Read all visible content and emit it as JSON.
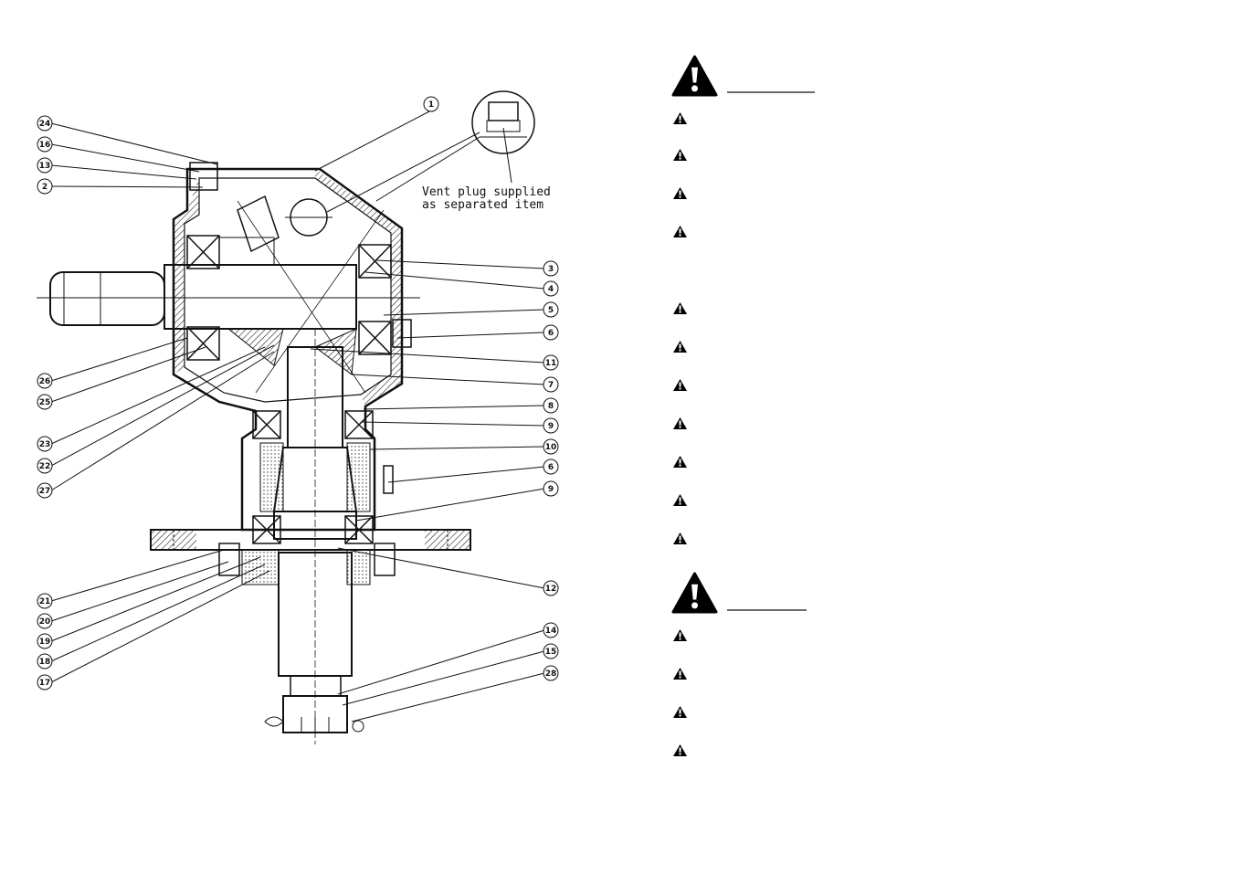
{
  "diagram": {
    "callout_note_line1": "Vent plug supplied",
    "callout_note_line2": "as separated item",
    "left_labels": [
      "24",
      "16",
      "13",
      "2",
      "26",
      "25",
      "23",
      "22",
      "27",
      "21",
      "20",
      "19",
      "18",
      "17"
    ],
    "right_labels": [
      "3",
      "4",
      "5",
      "6",
      "11",
      "7",
      "8",
      "9",
      "10",
      "6",
      "9",
      "12",
      "14",
      "15",
      "28"
    ],
    "top_label": "1"
  },
  "warnings": {
    "sections": [
      {
        "bullets": 11
      },
      {
        "bullets": 4
      }
    ],
    "color": "#000000"
  }
}
